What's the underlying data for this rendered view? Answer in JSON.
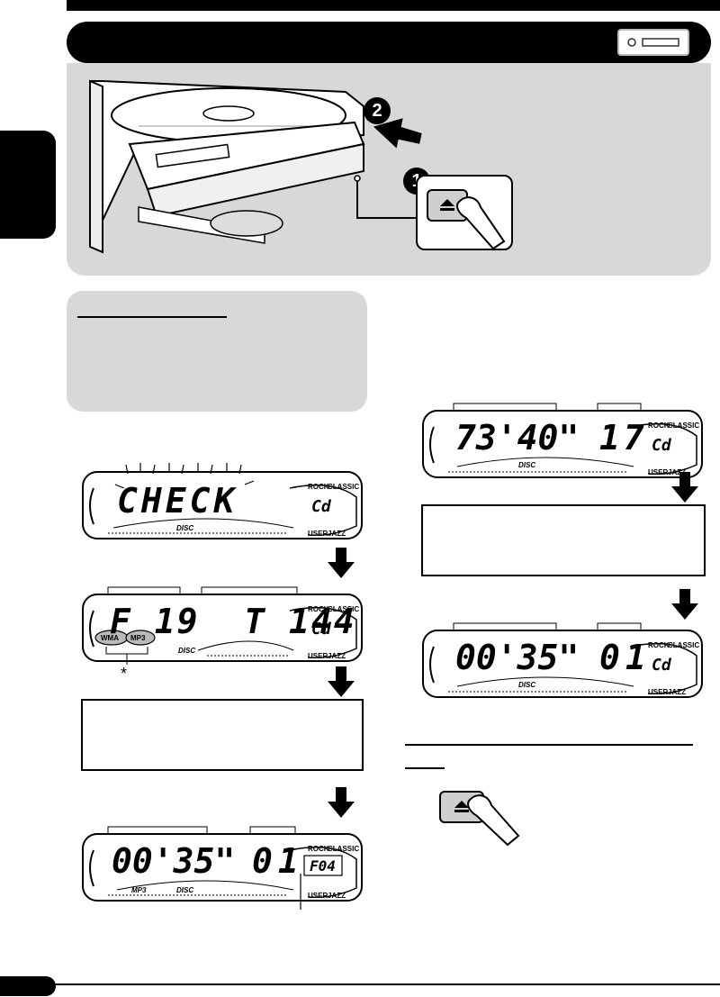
{
  "illustration": {
    "steps": [
      "2",
      "1"
    ]
  },
  "display_check": {
    "main": "CHECK",
    "source": "Cd",
    "disc_label": "DISC",
    "eq_labels": [
      "ROCK",
      "CLASSIC",
      "USER",
      "JAZZ"
    ]
  },
  "display_folder_track": {
    "main": "F 19  T 144",
    "source": "Cd",
    "disc_label": "DISC",
    "formats": [
      "WMA",
      "MP3"
    ],
    "eq_labels": [
      "ROCK",
      "CLASSIC",
      "USER",
      "JAZZ"
    ]
  },
  "asterisk": "*",
  "display_mp3_play": {
    "time": "00'35\"",
    "track": "01",
    "folder": "F04",
    "format_label": "MP3",
    "disc_label": "DISC",
    "eq_labels": [
      "ROCK",
      "CLASSIC",
      "USER",
      "JAZZ"
    ]
  },
  "display_cd_total": {
    "time": "73'40\"",
    "track": "17",
    "source": "Cd",
    "disc_label": "DISC",
    "eq_labels": [
      "ROCK",
      "CLASSIC",
      "USER",
      "JAZZ"
    ]
  },
  "display_cd_play": {
    "time": "00'35\"",
    "track": "01",
    "source": "Cd",
    "disc_label": "DISC",
    "eq_labels": [
      "ROCK",
      "CLASSIC",
      "USER",
      "JAZZ"
    ]
  }
}
